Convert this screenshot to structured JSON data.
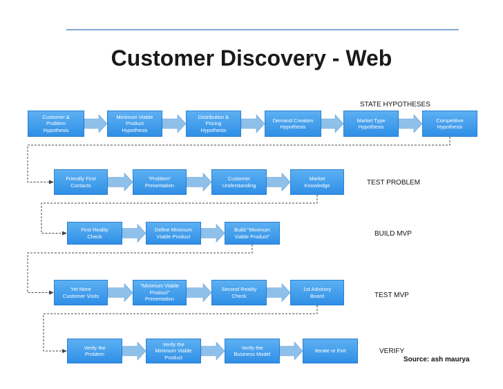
{
  "title": "Customer Discovery - Web",
  "source": "Source: ash maurya",
  "rows": [
    {
      "stage": "STATE HYPOTHESES",
      "boxes": [
        "Customer &\nProblem\nHypothesis",
        "Minimum Viable\nProduct\nHypothesis",
        "Distribution &\nPricing\nHypothesis",
        "Demand Creation\nHypothesis",
        "Market Type\nHypothesis",
        "Competitive\nHypothesis"
      ]
    },
    {
      "stage": "TEST PROBLEM",
      "boxes": [
        "Friendly First\nContacts",
        "\"Problem\"\nPresentation",
        "Customer\nUnderstanding",
        "Market\nKnowledge"
      ]
    },
    {
      "stage": "BUILD MVP",
      "boxes": [
        "First Reality\nCheck",
        "Define Minimum\nViable Product",
        "Build \"Minimum\nViable Product\""
      ]
    },
    {
      "stage": "TEST MVP",
      "boxes": [
        "Yet More\nCustomer Visits",
        "\"Minimum Viable\nProduct\"\nPresentation",
        "Second Reality\nCheck",
        "1st Advisory\nBoard"
      ]
    },
    {
      "stage": "VERIFY",
      "boxes": [
        "Verify the\nProblem",
        "Verify the\nMinimum Viable\nProduct",
        "Verify the\nBusiness Model",
        "Iterate or Exit"
      ]
    }
  ],
  "colors": {
    "box_top": "#5db0f2",
    "box_bottom": "#2f8fe6",
    "arrow": "#8ec0ea",
    "connector": "#444444"
  }
}
